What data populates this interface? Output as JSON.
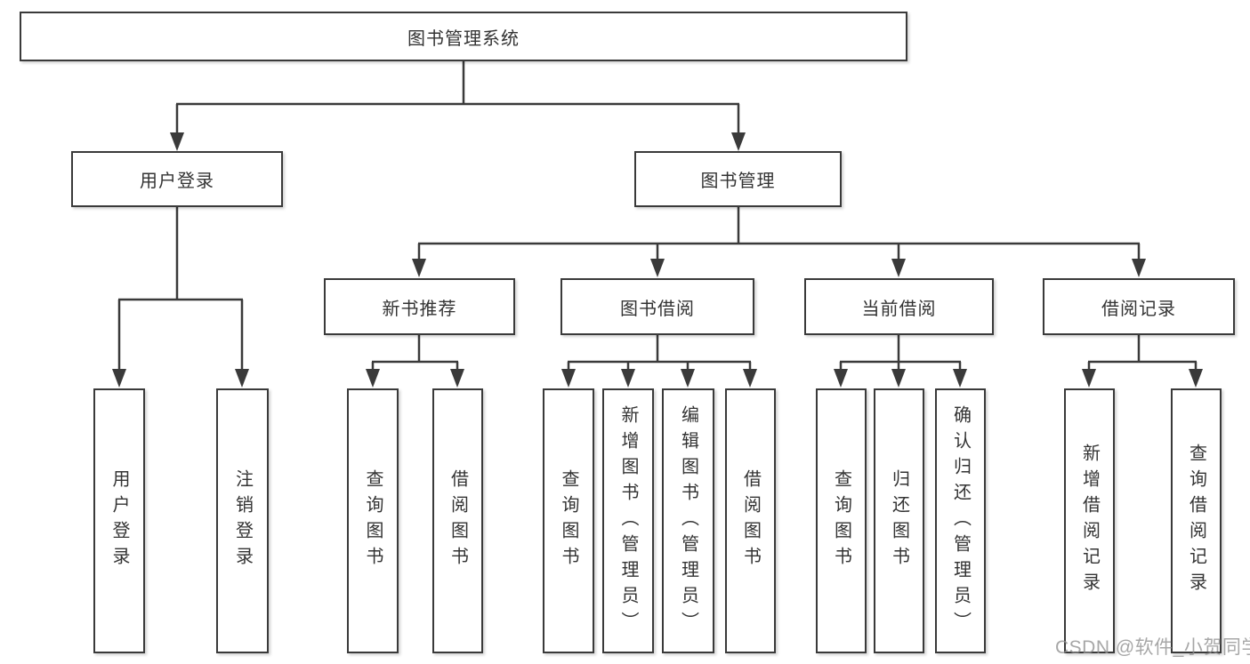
{
  "diagram": {
    "root": {
      "label": "图书管理系统"
    },
    "level2": [
      {
        "label": "用户登录"
      },
      {
        "label": "图书管理"
      }
    ],
    "level3": [
      {
        "label": "新书推荐"
      },
      {
        "label": "图书借阅"
      },
      {
        "label": "当前借阅"
      },
      {
        "label": "借阅记录"
      }
    ],
    "leaves": [
      {
        "label": "用户登录"
      },
      {
        "label": "注销登录"
      },
      {
        "label": "查询图书"
      },
      {
        "label": "借阅图书"
      },
      {
        "label": "查询图书"
      },
      {
        "label": "新增图书（管理员）"
      },
      {
        "label": "编辑图书（管理员）"
      },
      {
        "label": "借阅图书"
      },
      {
        "label": "查询图书"
      },
      {
        "label": "归还图书"
      },
      {
        "label": "确认归还（管理员）"
      },
      {
        "label": "新增借阅记录"
      },
      {
        "label": "查询借阅记录"
      }
    ]
  },
  "watermark": {
    "text": "CSDN @软件_小贺同学"
  },
  "colors": {
    "line": "#3a3a3a",
    "text": "#333333",
    "watermark": "#8f8f8f",
    "background": "#ffffff"
  }
}
